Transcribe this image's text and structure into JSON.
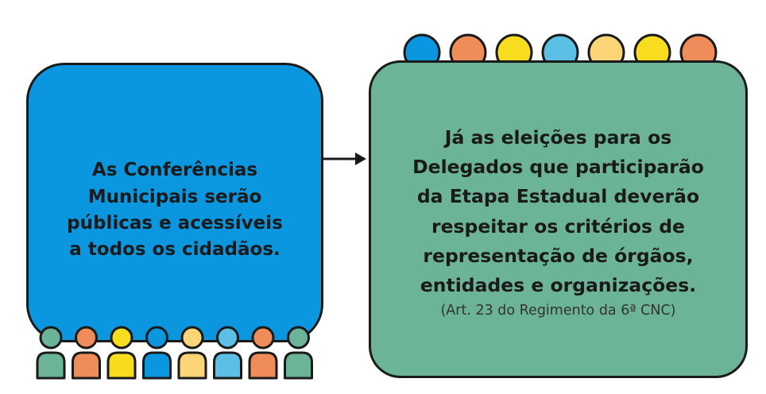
{
  "left_box": {
    "lines": [
      "As Conferências",
      "Municipais serão",
      "públicas e acessíveis",
      "a todos os cidadãos."
    ],
    "color": "#0b96e0"
  },
  "right_box": {
    "lines": [
      "Já as eleições para os",
      "Delegados que participarão",
      "da Etapa Estadual deverão",
      "respeitar os critérios de",
      "representação de órgãos,",
      "entidades e organizações."
    ],
    "citation": "(Art. 23 do Regimento da 6ª CNC)",
    "color": "#6cb497"
  },
  "arrow_icon": "arrow-right-icon",
  "dot_colors": [
    "#0b96e0",
    "#ef8c5a",
    "#f8dc1e",
    "#5bbfe6",
    "#fcd676",
    "#f8dc1e",
    "#ef8c5a"
  ],
  "people_colors": [
    "#6cb497",
    "#ef8c5a",
    "#f8dc1e",
    "#0b96e0",
    "#fcd676",
    "#5bbfe6",
    "#ef8c5a",
    "#6cb497"
  ]
}
